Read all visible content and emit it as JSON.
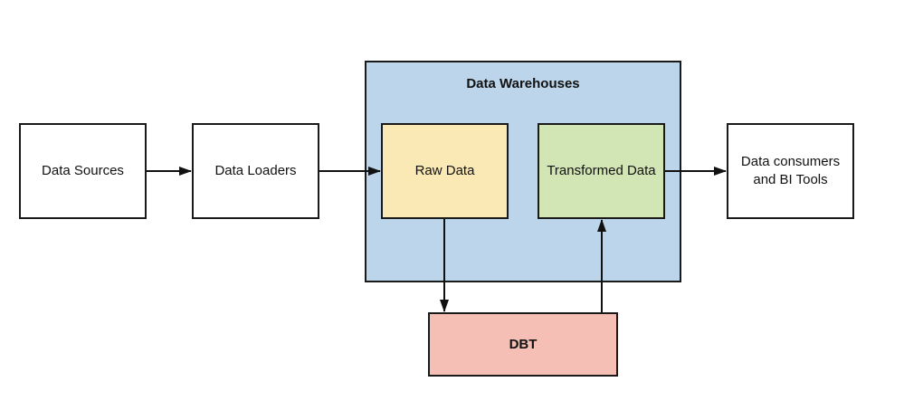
{
  "diagram": {
    "nodes": {
      "data_sources": "Data Sources",
      "data_loaders": "Data Loaders",
      "data_warehouses": "Data Warehouses",
      "raw_data": "Raw Data",
      "transformed_data": "Transformed Data",
      "data_consumers": "Data consumers\nand BI Tools",
      "dbt": "DBT"
    },
    "edges": [
      {
        "from": "Data Sources",
        "to": "Data Loaders"
      },
      {
        "from": "Data Loaders",
        "to": "Raw Data"
      },
      {
        "from": "Raw Data",
        "to": "DBT"
      },
      {
        "from": "DBT",
        "to": "Transformed Data"
      },
      {
        "from": "Transformed Data",
        "to": "Data consumers\nand BI Tools"
      }
    ],
    "colors": {
      "warehouse": "#bcd5ea",
      "raw": "#fbe9b5",
      "transformed": "#d2e5b4",
      "dbt": "#f6bfb6",
      "stroke": "#111111"
    }
  }
}
